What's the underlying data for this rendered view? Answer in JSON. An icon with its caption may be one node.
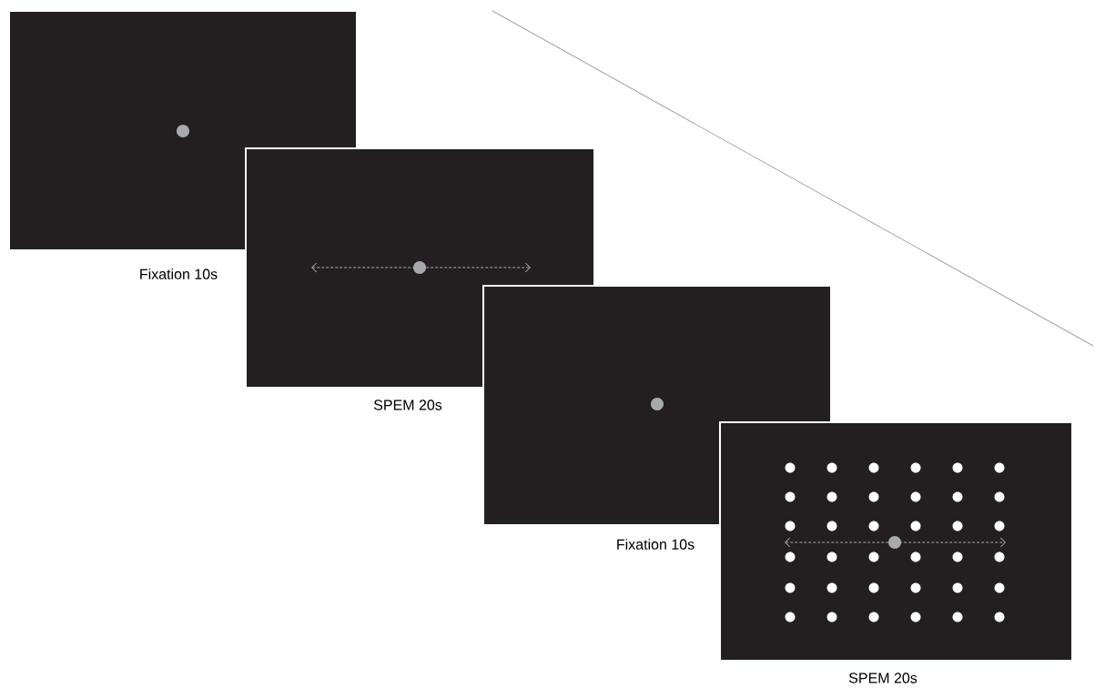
{
  "diagram": {
    "nodes": [
      {
        "text": [],
        "shape": "box",
        "beside": [
          "Fixation 10s"
        ]
      },
      {
        "text": [],
        "shape": "box",
        "beside": [
          "SPEM 20s"
        ]
      },
      {
        "text": [],
        "shape": "box",
        "beside": [
          "Fixation 10s"
        ]
      },
      {
        "text": [],
        "shape": "box",
        "beside": [
          "SPEM 20s"
        ]
      }
    ]
  }
}
